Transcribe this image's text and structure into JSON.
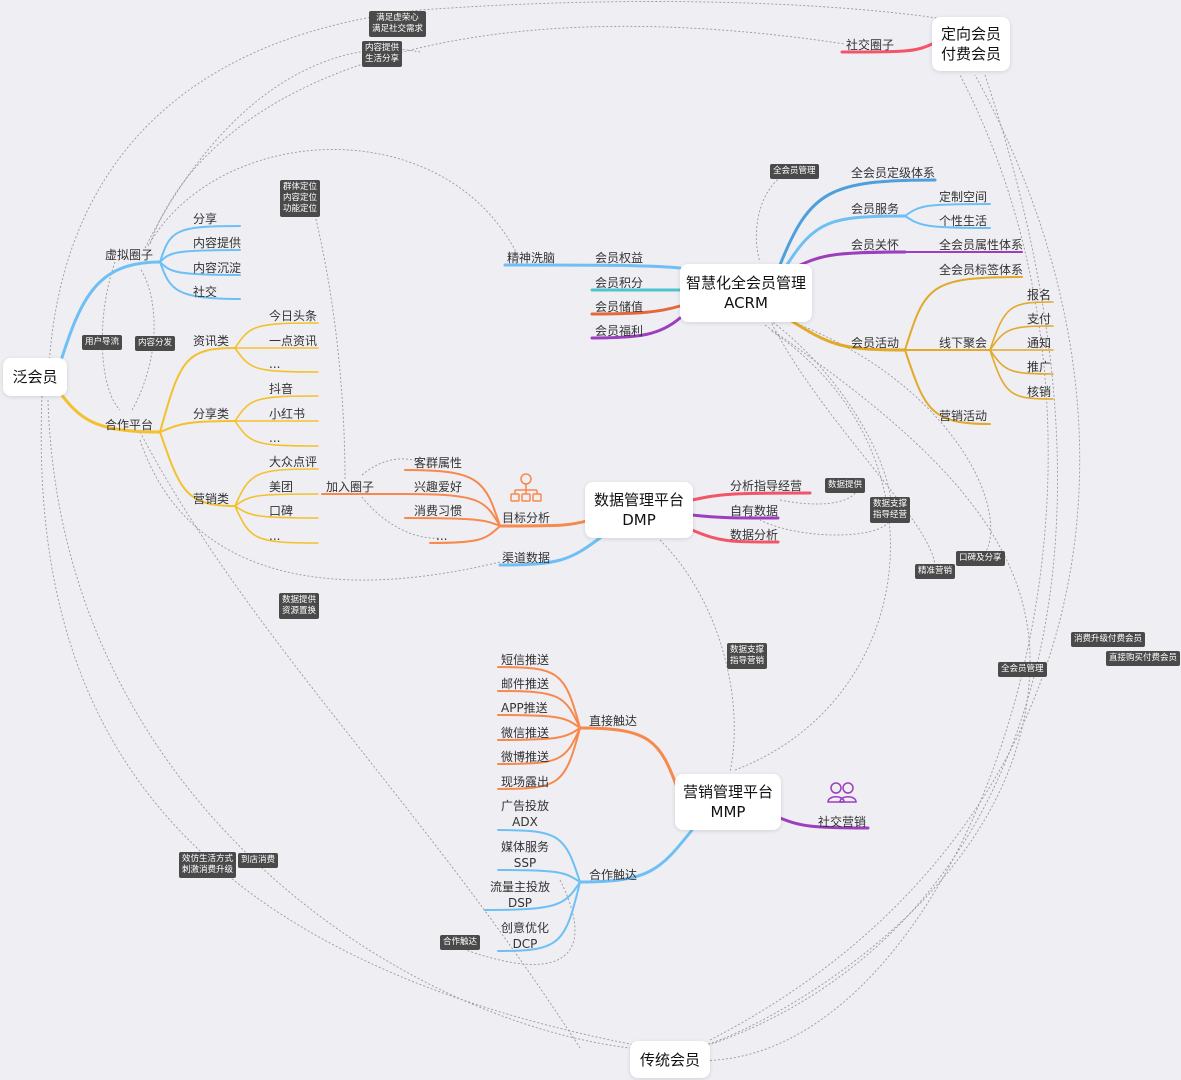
{
  "nodes": {
    "fan_member": "泛会员",
    "target_member_1": "定向会员",
    "target_member_2": "付费会员",
    "acrm_1": "智慧化全会员管理",
    "acrm_2": "ACRM",
    "dmp_1": "数据管理平台",
    "dmp_2": "DMP",
    "mmp_1": "营销管理平台",
    "mmp_2": "MMP",
    "traditional_member": "传统会员"
  },
  "fan_branch": {
    "virtual_circle": "虚拟圈子",
    "virtual_items": [
      "分享",
      "内容提供",
      "内容沉淀",
      "社交"
    ],
    "partner_platform": "合作平台",
    "news": "资讯类",
    "news_items": [
      "今日头条",
      "一点资讯",
      "..."
    ],
    "share": "分享类",
    "share_items": [
      "抖音",
      "小红书",
      "..."
    ],
    "marketing": "营销类",
    "marketing_items": [
      "大众点评",
      "美团",
      "口碑",
      "..."
    ]
  },
  "acrm_branch": {
    "rights": "会员权益",
    "brainwash": "精神洗脑",
    "points": "会员积分",
    "stored_value": "会员储值",
    "welfare": "会员福利",
    "level_system": "全会员定级体系",
    "service": "会员服务",
    "service_items": [
      "定制空间",
      "个性生活"
    ],
    "care": "会员关怀",
    "attr_system": "全会员属性体系",
    "tag_system": "全会员标签体系",
    "activity": "会员活动",
    "offline": "线下聚会",
    "offline_items": [
      "报名",
      "支付",
      "通知",
      "推广",
      "核销"
    ],
    "marketing_activity": "营销活动"
  },
  "dmp_branch": {
    "target_analysis": "目标分析",
    "target_items": [
      "客群属性",
      "兴趣爱好",
      "消费习惯",
      "..."
    ],
    "join_circle": "加入圈子",
    "channel_data": "渠道数据",
    "guide_ops": "分析指导经营",
    "own_data": "自有数据",
    "data_analysis": "数据分析"
  },
  "mmp_branch": {
    "direct_reach": "直接触达",
    "direct_items": [
      "短信推送",
      "邮件推送",
      "APP推送",
      "微信推送",
      "微博推送",
      "现场露出"
    ],
    "partner_reach": "合作触达",
    "partner_items": [
      [
        "广告投放",
        "ADX"
      ],
      [
        "媒体服务",
        "SSP"
      ],
      [
        "流量主投放",
        "DSP"
      ],
      [
        "创意优化",
        "DCP"
      ]
    ],
    "social_marketing": "社交营销"
  },
  "social_circle": "社交圈子",
  "tags": {
    "t1": [
      "满足虚荣心",
      "满足社交需求"
    ],
    "t2": [
      "内容提供",
      "生活分享"
    ],
    "t3": [
      "群体定位",
      "内容定位",
      "功能定位"
    ],
    "t4": [
      "全会员管理"
    ],
    "t5": [
      "用户导流"
    ],
    "t6": [
      "内容分发"
    ],
    "t7": [
      "数据提供"
    ],
    "t8": [
      "数据支撑",
      "指导经营"
    ],
    "t9": [
      "口碑及分享"
    ],
    "t10": [
      "精准营销"
    ],
    "t11": [
      "数据提供",
      "资源置换"
    ],
    "t12": [
      "数据支撑",
      "指导营销"
    ],
    "t13": [
      "全会员管理"
    ],
    "t14": [
      "消费升级付费会员"
    ],
    "t15": [
      "直接购买付费会员"
    ],
    "t16": [
      "效仿生活方式",
      "刺激消费升级"
    ],
    "t17": [
      "到店消费"
    ],
    "t18": [
      "合作触达"
    ]
  },
  "colors": {
    "blue": "#6ec0f4",
    "yellow": "#f3c12d",
    "orange": "#f7894c",
    "red": "#f25569",
    "purple": "#9c3fbf",
    "teal": "#4fc4cf",
    "dark_orange": "#e4693a",
    "gold": "#e2a92a",
    "acrm_blue": "#4e9fdc"
  }
}
